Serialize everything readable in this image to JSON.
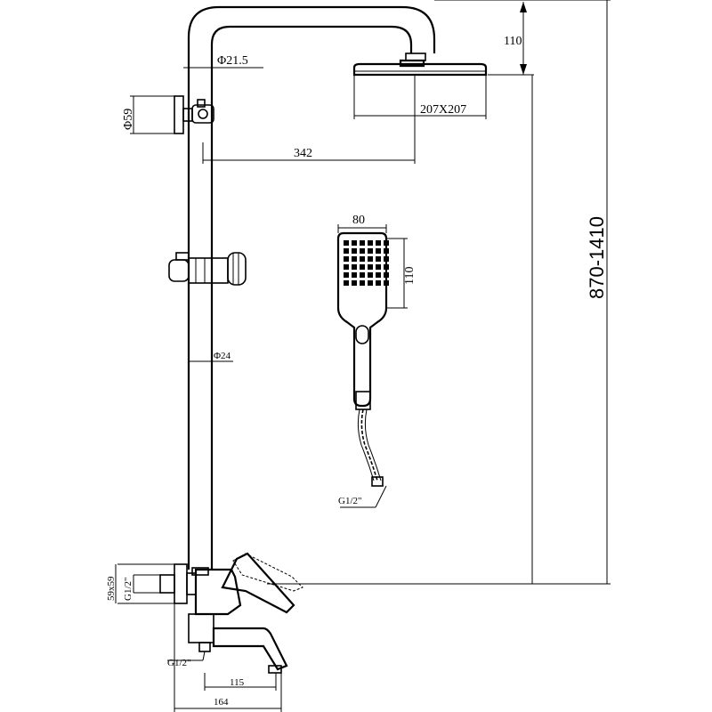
{
  "dimensions": {
    "head_height": "110",
    "arm_pipe_diameter": "Φ21.5",
    "wall_bracket_diameter": "Φ59",
    "head_size": "207X207",
    "arm_reach": "342",
    "hand_shower_width": "80",
    "hand_shower_height": "110",
    "total_height": "870-1410",
    "riser_pipe_diameter": "Φ24",
    "hose_connector": "G1/2\"",
    "mixer_plate_size": "59x59",
    "mixer_inlet": "G1/2\"",
    "spout_outlet": "G1/2\"",
    "spout_reach": "115",
    "mixer_depth": "164"
  }
}
